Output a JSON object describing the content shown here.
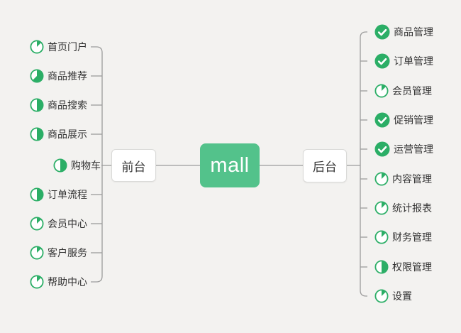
{
  "root": {
    "label": "mall"
  },
  "colors": {
    "background": "#F3F2F0",
    "accent_green": "#2BAE66",
    "root_green": "#53C28B",
    "line_gray": "#9C9C9C",
    "text_dark": "#333333"
  },
  "left_branch": {
    "label": "前台",
    "items": [
      {
        "label": "首页门户",
        "progress": 0.125
      },
      {
        "label": "商品推荐",
        "progress": 0.625
      },
      {
        "label": "商品搜索",
        "progress": 0.5
      },
      {
        "label": "商品展示",
        "progress": 0.5
      },
      {
        "label": "购物车",
        "progress": 0.5
      },
      {
        "label": "订单流程",
        "progress": 0.5
      },
      {
        "label": "会员中心",
        "progress": 0.125
      },
      {
        "label": "客户服务",
        "progress": 0.125
      },
      {
        "label": "帮助中心",
        "progress": 0.125
      }
    ]
  },
  "right_branch": {
    "label": "后台",
    "items": [
      {
        "label": "商品管理",
        "progress": 1
      },
      {
        "label": "订单管理",
        "progress": 1
      },
      {
        "label": "会员管理",
        "progress": 0.125
      },
      {
        "label": "促销管理",
        "progress": 1
      },
      {
        "label": "运营管理",
        "progress": 1
      },
      {
        "label": "内容管理",
        "progress": 0.125
      },
      {
        "label": "统计报表",
        "progress": 0.125
      },
      {
        "label": "财务管理",
        "progress": 0.125
      },
      {
        "label": "权限管理",
        "progress": 0.5
      },
      {
        "label": "设置",
        "progress": 0.125
      }
    ]
  }
}
